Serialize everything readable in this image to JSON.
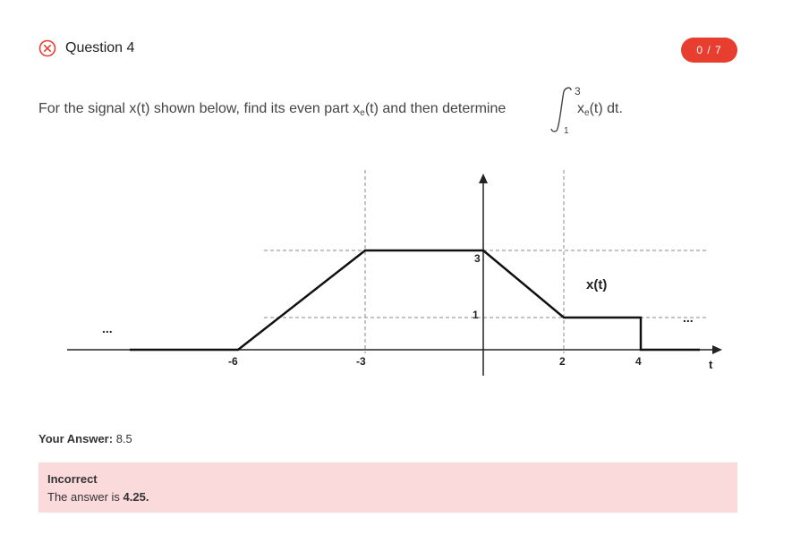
{
  "question": {
    "title": "Question 4",
    "status_icon": "incorrect-circle-x-icon",
    "score": "0 / 7",
    "colors": {
      "accent": "#e83e2f",
      "feedback_bg": "#fadadb"
    }
  },
  "prompt": {
    "text": "For the signal x(t) shown below, find its even part x",
    "sub": "e",
    "text_after": "(t) and then determine",
    "integral_upper": "3",
    "integral_lower": "1",
    "integrand_pre": "x",
    "integrand_sub": "e",
    "integrand_post": "(t) dt."
  },
  "figure": {
    "x_ticks": [
      "-6",
      "-3",
      "2",
      "4"
    ],
    "y_ticks": [
      "3",
      "1"
    ],
    "signal_label": "x(t)",
    "axis_label": "t",
    "ellipsis_left": "...",
    "ellipsis_right": "..."
  },
  "answer": {
    "label": "Your Answer:",
    "value": "8.5"
  },
  "feedback": {
    "title": "Incorrect",
    "text": "The answer is",
    "correct_value": "4.25."
  }
}
